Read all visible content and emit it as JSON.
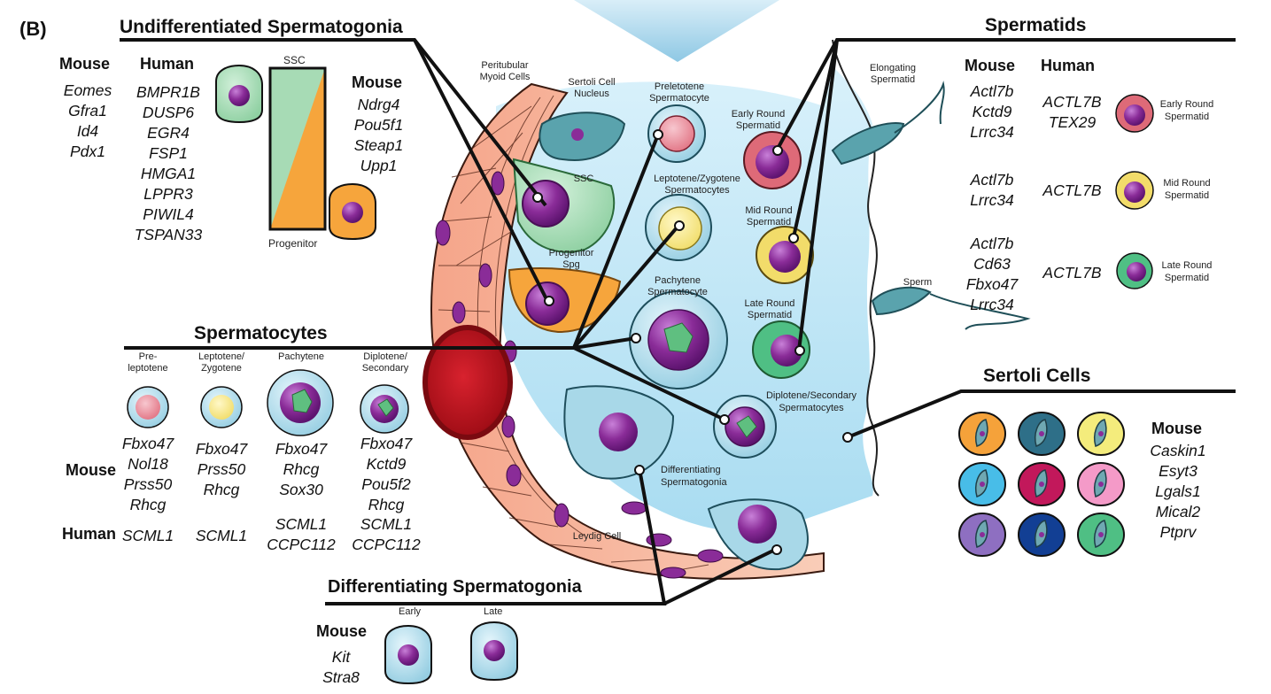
{
  "panel_label": "(B)",
  "sections": {
    "undiff": "Undifferentiated Spermatogonia",
    "spermatids": "Spermatids",
    "spermatocytes": "Spermatocytes",
    "sertoli": "Sertoli Cells",
    "diff": "Differentiating Spermatogonia"
  },
  "undiff": {
    "mouse_header": "Mouse",
    "human_header": "Human",
    "mouse_genes": [
      "Eomes",
      "Gfra1",
      "Id4",
      "Pdx1"
    ],
    "human_genes": [
      "BMPR1B",
      "DUSP6",
      "EGR4",
      "FSP1",
      "HMGA1",
      "LPPR3",
      "PIWIL4",
      "TSPAN33"
    ],
    "ssc_label": "SSC",
    "progenitor_label": "Progenitor",
    "mouse2_header": "Mouse",
    "mouse2_genes": [
      "Ndrg4",
      "Pou5f1",
      "Steap1",
      "Upp1"
    ]
  },
  "spermatids": {
    "mouse_header": "Mouse",
    "human_header": "Human",
    "rows": [
      {
        "mouse": [
          "Actl7b",
          "Kctd9",
          "Lrrc34"
        ],
        "human": [
          "ACTL7B",
          "TEX29"
        ],
        "label": [
          "Early Round",
          "Spermatid"
        ]
      },
      {
        "mouse": [
          "Actl7b",
          "Lrrc34"
        ],
        "human": [
          "ACTL7B"
        ],
        "label": [
          "Mid Round",
          "Spermatid"
        ]
      },
      {
        "mouse": [
          "Actl7b",
          "Cd63",
          "Fbxo47",
          "Lrrc34"
        ],
        "human": [
          "ACTL7B"
        ],
        "label": [
          "Late Round",
          "Spermatid"
        ]
      }
    ]
  },
  "spermatocytes": {
    "stages": [
      {
        "label": [
          "Pre-",
          "leptotene"
        ],
        "mouse": [
          "Fbxo47",
          "Nol18",
          "Prss50",
          "Rhcg"
        ],
        "human": [
          "SCML1"
        ]
      },
      {
        "label": [
          "Leptotene/",
          "Zygotene"
        ],
        "mouse": [
          "Fbxo47",
          "Prss50",
          "Rhcg"
        ],
        "human": [
          "SCML1"
        ]
      },
      {
        "label": [
          "Pachytene"
        ],
        "mouse": [
          "Fbxo47",
          "Rhcg",
          "Sox30"
        ],
        "human": [
          "SCML1",
          "CCPC112"
        ]
      },
      {
        "label": [
          "Diplotene/",
          "Secondary"
        ],
        "mouse": [
          "Fbxo47",
          "Kctd9",
          "Pou5f2",
          "Rhcg"
        ],
        "human": [
          "SCML1",
          "CCPC112"
        ]
      }
    ],
    "mouse_label": "Mouse",
    "human_label": "Human"
  },
  "sertoli": {
    "mouse_header": "Mouse",
    "genes": [
      "Caskin1",
      "Esyt3",
      "Lgals1",
      "Mical2",
      "Ptprv"
    ],
    "colors": [
      "#f5a23a",
      "#2e6f88",
      "#f4ec7c",
      "#48bde8",
      "#c2185b",
      "#f49ac8",
      "#8e6fc1",
      "#123f94",
      "#4fbf84"
    ]
  },
  "diff": {
    "mouse_header": "Mouse",
    "genes": [
      "Kit",
      "Stra8"
    ],
    "early_label": "Early",
    "late_label": "Late"
  },
  "center_labels": {
    "peritubular": [
      "Peritubular",
      "Myoid Cells"
    ],
    "sertoli_nucleus": [
      "Sertoli Cell",
      "Nucleus"
    ],
    "preleptotene": [
      "Preletotene",
      "Spermatocyte"
    ],
    "ssc": "SSC",
    "lepzyg": [
      "Leptotene/Zygotene",
      "Spermatocytes"
    ],
    "progenitor": [
      "Progenitor",
      "Spg"
    ],
    "pachytene": [
      "Pachytene",
      "Spermatocyte"
    ],
    "early_round": [
      "Early Round",
      "Spermatid"
    ],
    "mid_round": [
      "Mid Round",
      "Spermatid"
    ],
    "late_round": [
      "Late Round",
      "Spermatid"
    ],
    "diplotene": [
      "Diplotene/Secondary",
      "Spermatocytes"
    ],
    "differentiating": [
      "Differentiating",
      "Spermatogonia"
    ],
    "leydig": "Leydig Cell",
    "elongating": [
      "Elongating",
      "Spermatid"
    ],
    "sperm": "Sperm"
  },
  "colors": {
    "lumen": "#bfe6f7",
    "wall_peach": "#f6b49b",
    "ssc_green": "#a7dbb5",
    "progenitor_orange": "#f6a53c",
    "nucleus_purple": "#8a2c98",
    "vessel_red": "#b3121c"
  }
}
